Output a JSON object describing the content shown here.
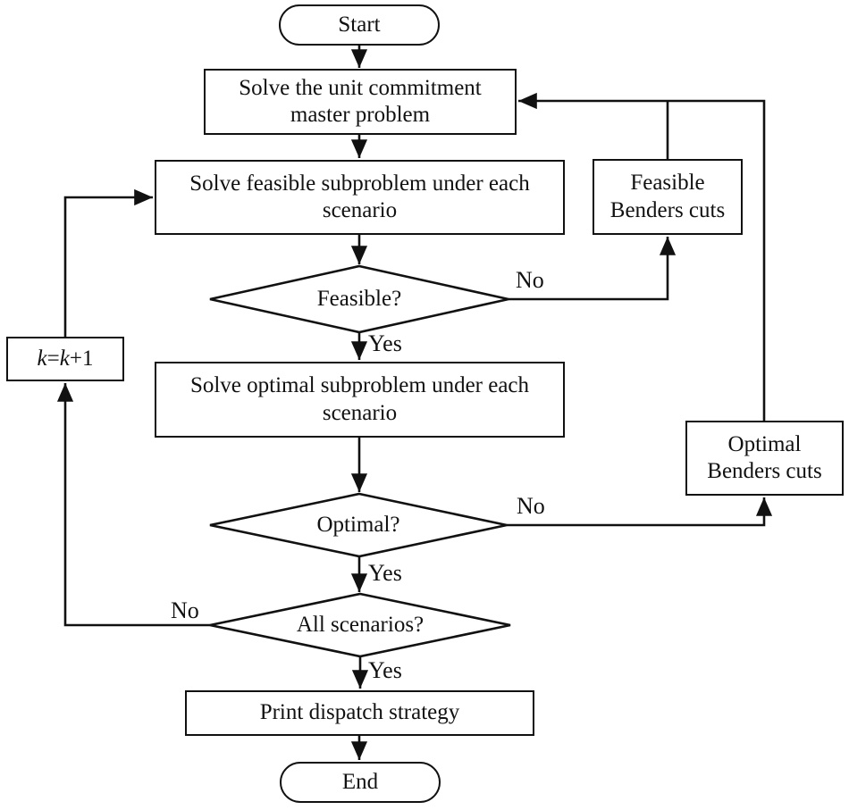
{
  "colors": {
    "background": "#ffffff",
    "stroke": "#111111",
    "text": "#111111"
  },
  "nodes": {
    "start": {
      "label": "Start"
    },
    "master": {
      "label": "Solve the unit commitment master problem"
    },
    "feasible_sub": {
      "label": "Solve feasible subproblem under each scenario"
    },
    "feasible_decision": {
      "label": "Feasible?"
    },
    "feasible_cuts": {
      "label": "Feasible Benders cuts"
    },
    "k_update": {
      "k": "k",
      "eq": "=",
      "plus": "+1"
    },
    "optimal_sub": {
      "label": "Solve optimal subproblem under each scenario"
    },
    "optimal_decision": {
      "label": "Optimal?"
    },
    "optimal_cuts": {
      "label": "Optimal Benders cuts"
    },
    "all_scenarios_decision": {
      "label": "All scenarios?"
    },
    "print_dispatch": {
      "label": "Print dispatch strategy"
    },
    "end": {
      "label": "End"
    }
  },
  "edge_labels": {
    "feasible_no": "No",
    "feasible_yes": "Yes",
    "optimal_no": "No",
    "optimal_yes": "Yes",
    "all_scenarios_no": "No",
    "all_scenarios_yes": "Yes"
  }
}
